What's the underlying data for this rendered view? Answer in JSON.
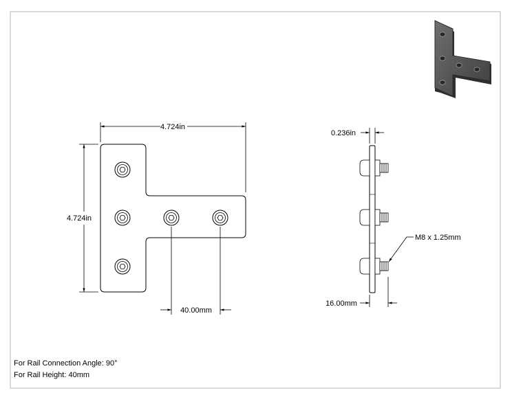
{
  "dimensions": {
    "top_width": "4.724in",
    "height": "4.724in",
    "hole_spacing": "40.00mm",
    "plate_thickness": "0.236in",
    "side_depth": "16.00mm",
    "thread_callout": "M8 x 1.25mm"
  },
  "notes": {
    "angle": "For Rail Connection Angle: 90°",
    "height": "For Rail Height: 40mm"
  }
}
